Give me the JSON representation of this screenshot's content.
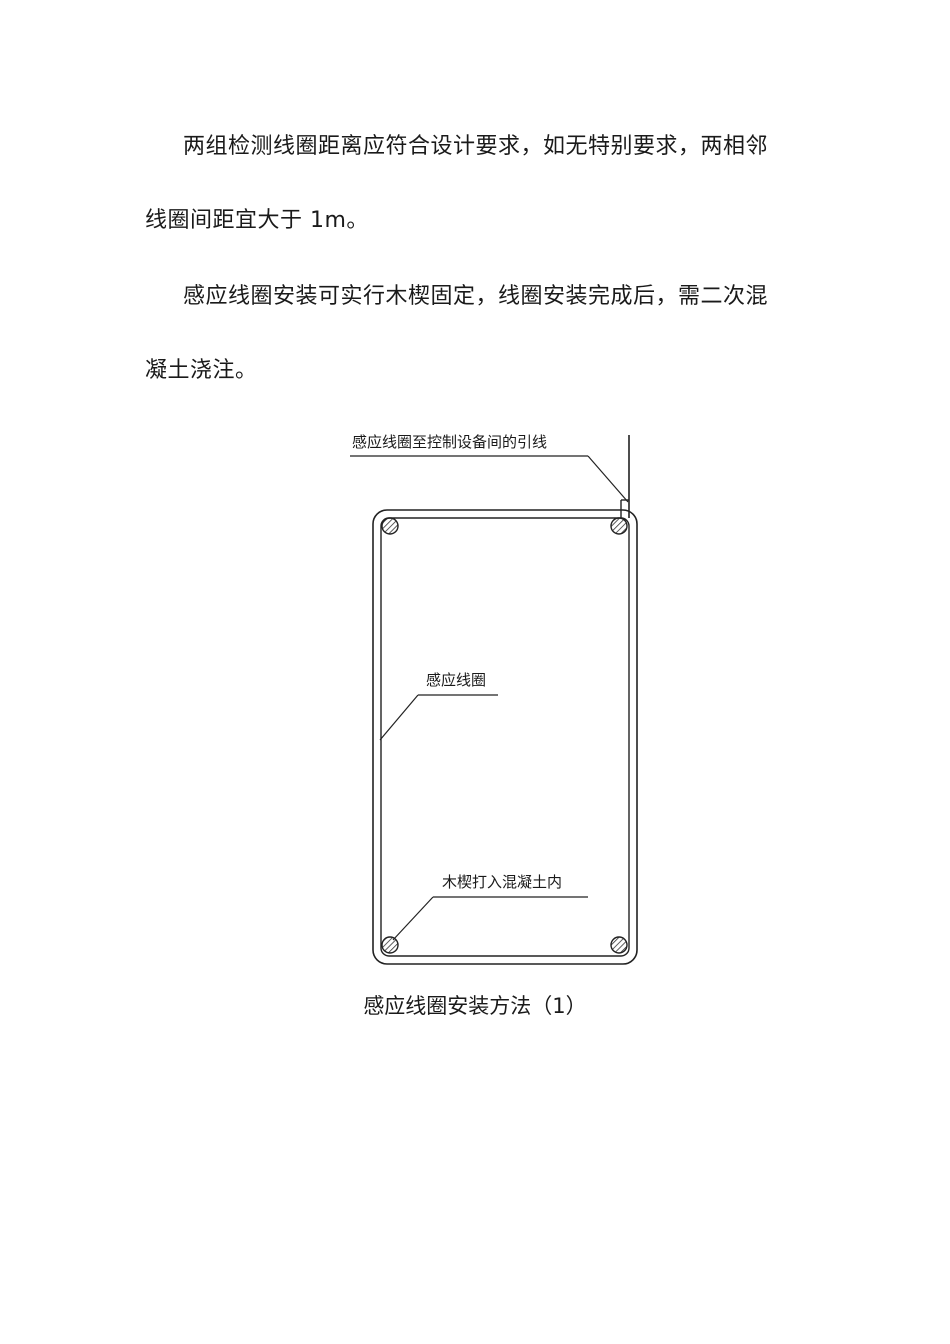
{
  "paragraphs": [
    {
      "line1": "两组检测线圈距离应符合设计要求，如无特别要求，两相邻",
      "line2": "线圈间距宜大于 1m。"
    },
    {
      "line1": "感应线圈安装可实行木楔固定，线圈安装完成后，需二次混",
      "line2": "凝土浇注。"
    }
  ],
  "figure": {
    "label_lead": "感应线圈至控制设备间的引线",
    "label_coil": "感应线圈",
    "label_wedge": "木楔打入混凝土内",
    "caption": "感应线圈安装方法（1）"
  }
}
